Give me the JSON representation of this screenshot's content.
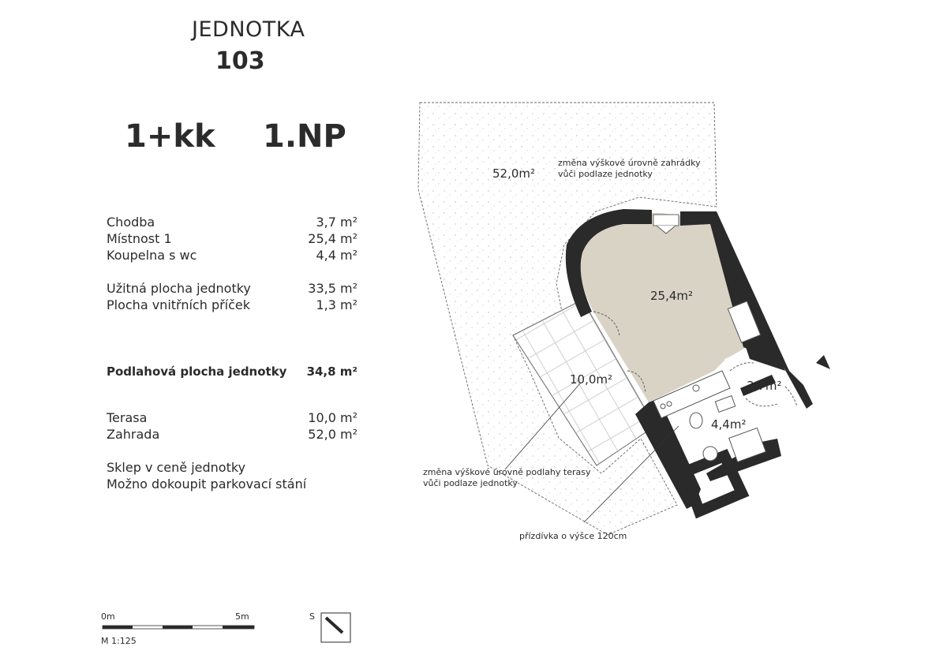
{
  "header": {
    "unit_word": "JEDNOTKA",
    "unit_number": "103",
    "layout_type": "1+kk",
    "floor": "1.NP"
  },
  "rooms": [
    {
      "name": "Chodba",
      "area": "3,7 m²"
    },
    {
      "name": "Místnost 1",
      "area": "25,4 m²"
    },
    {
      "name": "Koupelna s wc",
      "area": "4,4 m²"
    }
  ],
  "summary": [
    {
      "name": "Užitná plocha jednotky",
      "area": "33,5 m²"
    },
    {
      "name": "Plocha vnitřních příček",
      "area": "1,3 m²"
    }
  ],
  "total": {
    "name": "Podlahová plocha jednotky",
    "area": "34,8 m²"
  },
  "outdoor": [
    {
      "name": "Terasa",
      "area": "10,0 m²"
    },
    {
      "name": "Zahrada",
      "area": "52,0 m²"
    }
  ],
  "notes": [
    "Sklep v ceně jednotky",
    "Možno dokoupit parkovací stání"
  ],
  "plan": {
    "garden_area": "52,0m²",
    "garden_note_1": "změna výškové úrovně zahrádky",
    "garden_note_2": "vůči podlaze jednotky",
    "room_area": "25,4m²",
    "terrace_area": "10,0m²",
    "hall_area": "3,7m²",
    "bath_area": "4,4m²",
    "terrace_note_1": "změna výškové úrovně podlahy terasy",
    "terrace_note_2": "vůči podlaze jednotky",
    "wall_note": "přízdívka o výšce 120cm"
  },
  "scale": {
    "start": "0m",
    "end": "5m",
    "ratio": "M 1:125"
  },
  "compass": {
    "label": "S"
  },
  "colors": {
    "wall": "#2a2a2a",
    "room_fill": "#d9d3c6",
    "text": "#2b2b2b"
  }
}
